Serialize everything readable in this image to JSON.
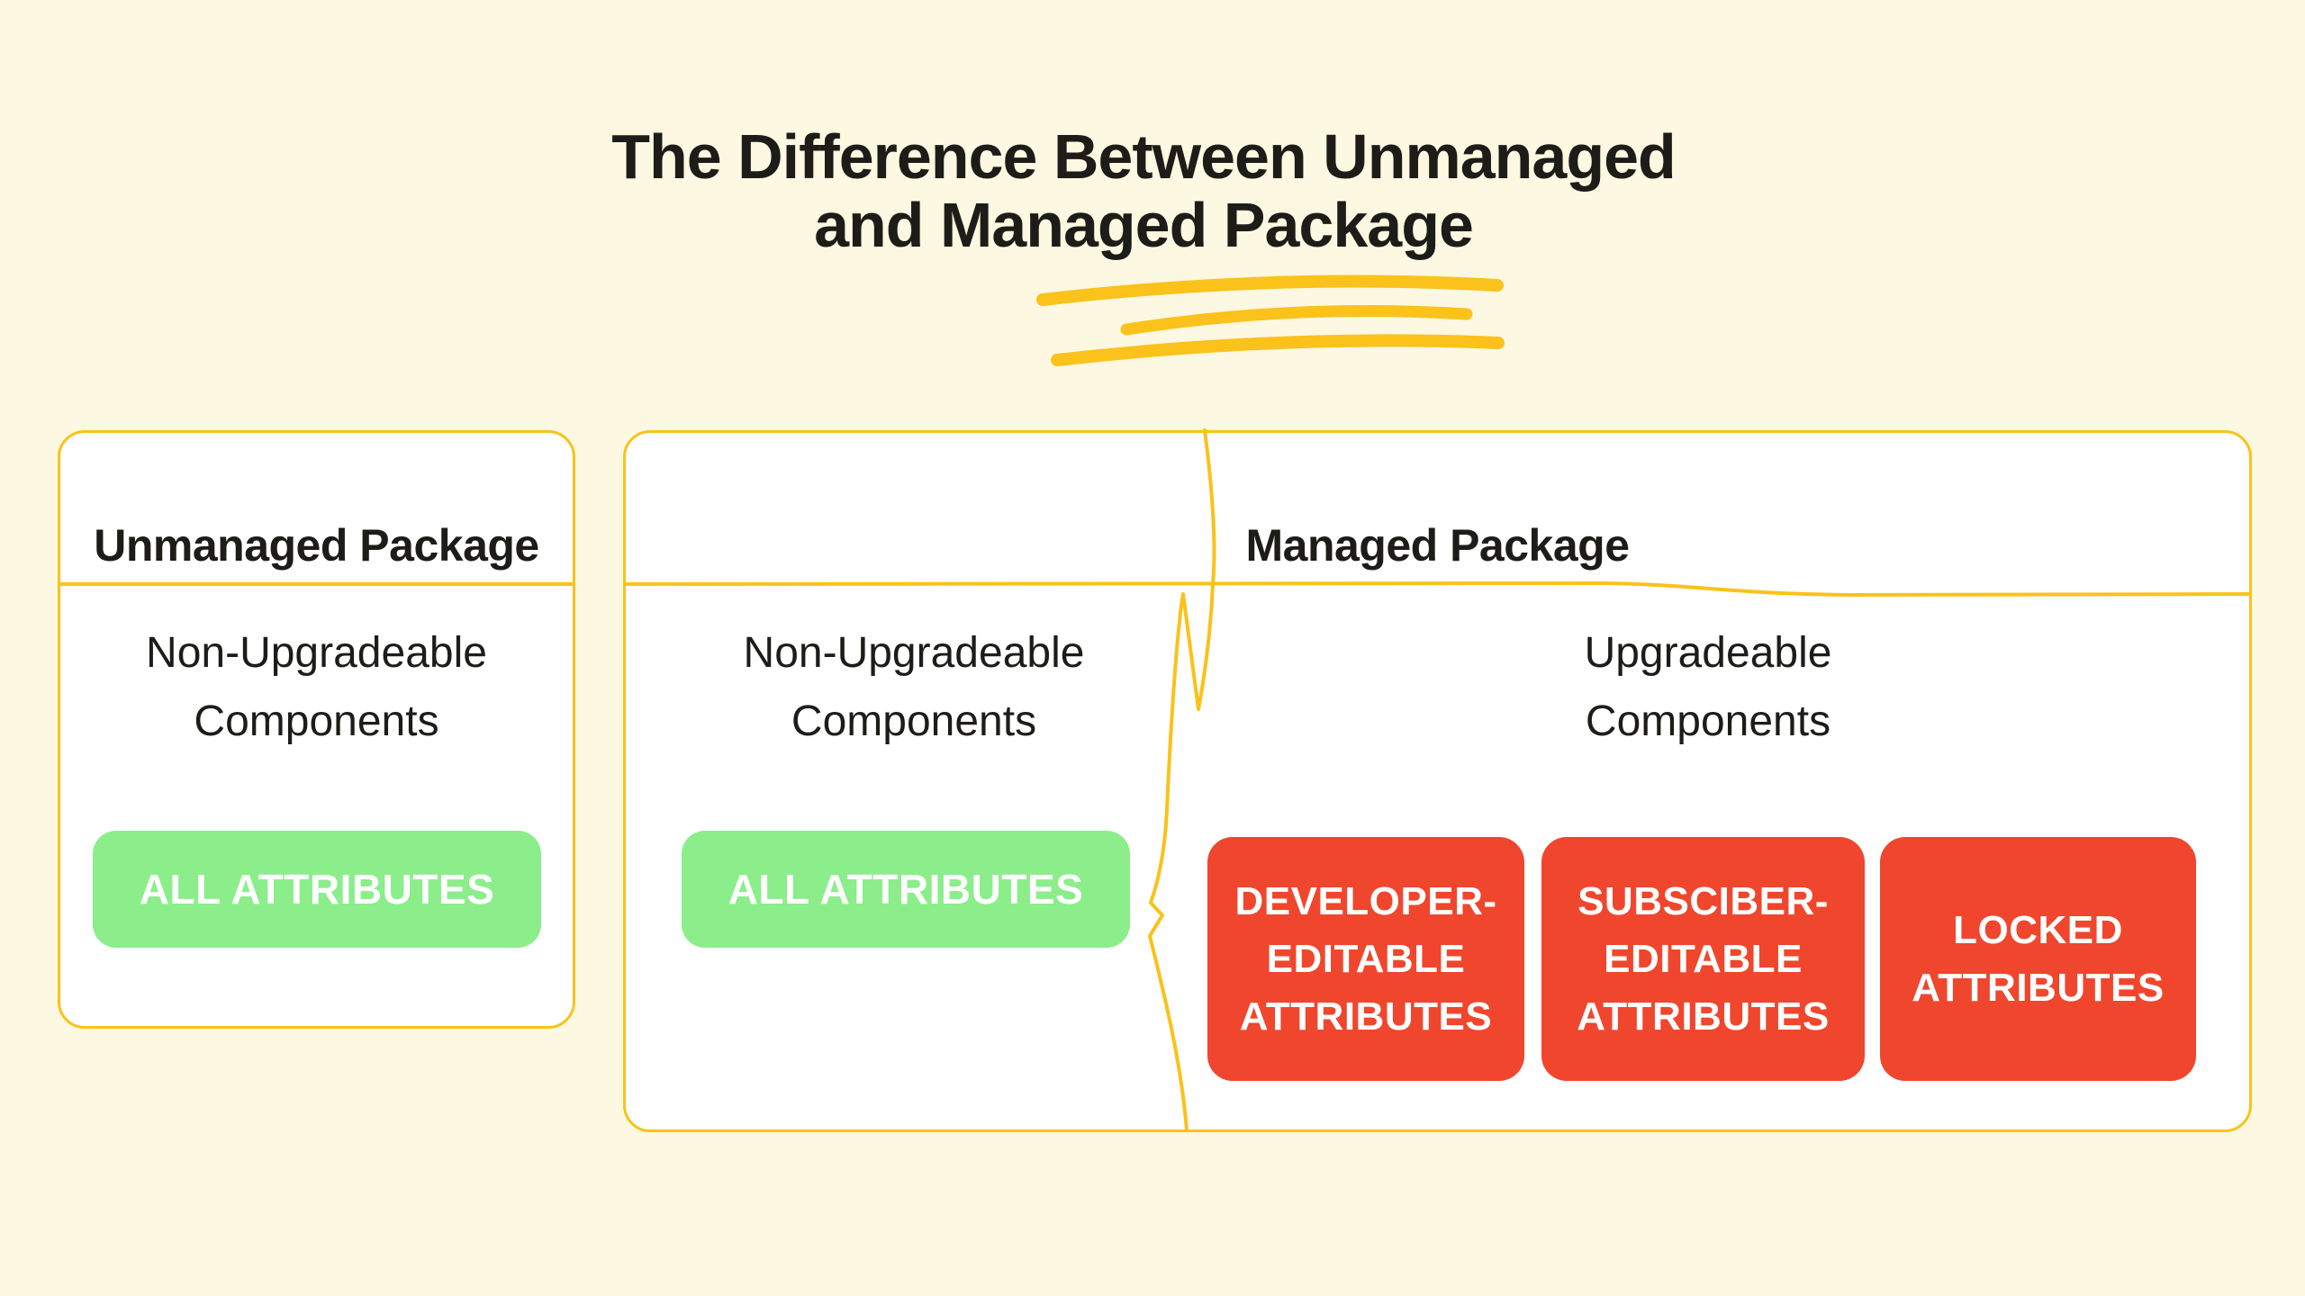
{
  "colors": {
    "background": "#FDF8E1",
    "accent_yellow": "#FAC21A",
    "card_background": "#FFFFFF",
    "text": "#1D1C18",
    "green_pill": "#8BEE8B",
    "red_pill": "#F0462D",
    "pill_text": "#FFFFFF"
  },
  "title": {
    "line1": "The Difference Between Unmanaged",
    "line2": "and Managed Package"
  },
  "icons": {
    "title_underline_scribble": "three hand-drawn yellow strokes",
    "card_divider_squiggle": "hand-drawn vertical yellow squiggle"
  },
  "unmanaged_card": {
    "title": "Unmanaged Package",
    "section": {
      "heading_line1": "Non-Upgradeable",
      "heading_line2": "Components",
      "attribute": "ALL ATTRIBUTES"
    }
  },
  "managed_card": {
    "title": "Managed Package",
    "non_upgradeable": {
      "heading_line1": "Non-Upgradeable",
      "heading_line2": "Components",
      "attribute": "ALL ATTRIBUTES"
    },
    "upgradeable": {
      "heading_line1": "Upgradeable",
      "heading_line2": "Components",
      "attributes": [
        {
          "line1": "DEVELOPER-",
          "line2": "EDITABLE",
          "line3": "ATTRIBUTES"
        },
        {
          "line1": "SUBSCIBER-",
          "line2": "EDITABLE",
          "line3": "ATTRIBUTES"
        },
        {
          "line1": "LOCKED",
          "line2": "ATTRIBUTES",
          "line3": ""
        }
      ]
    }
  }
}
